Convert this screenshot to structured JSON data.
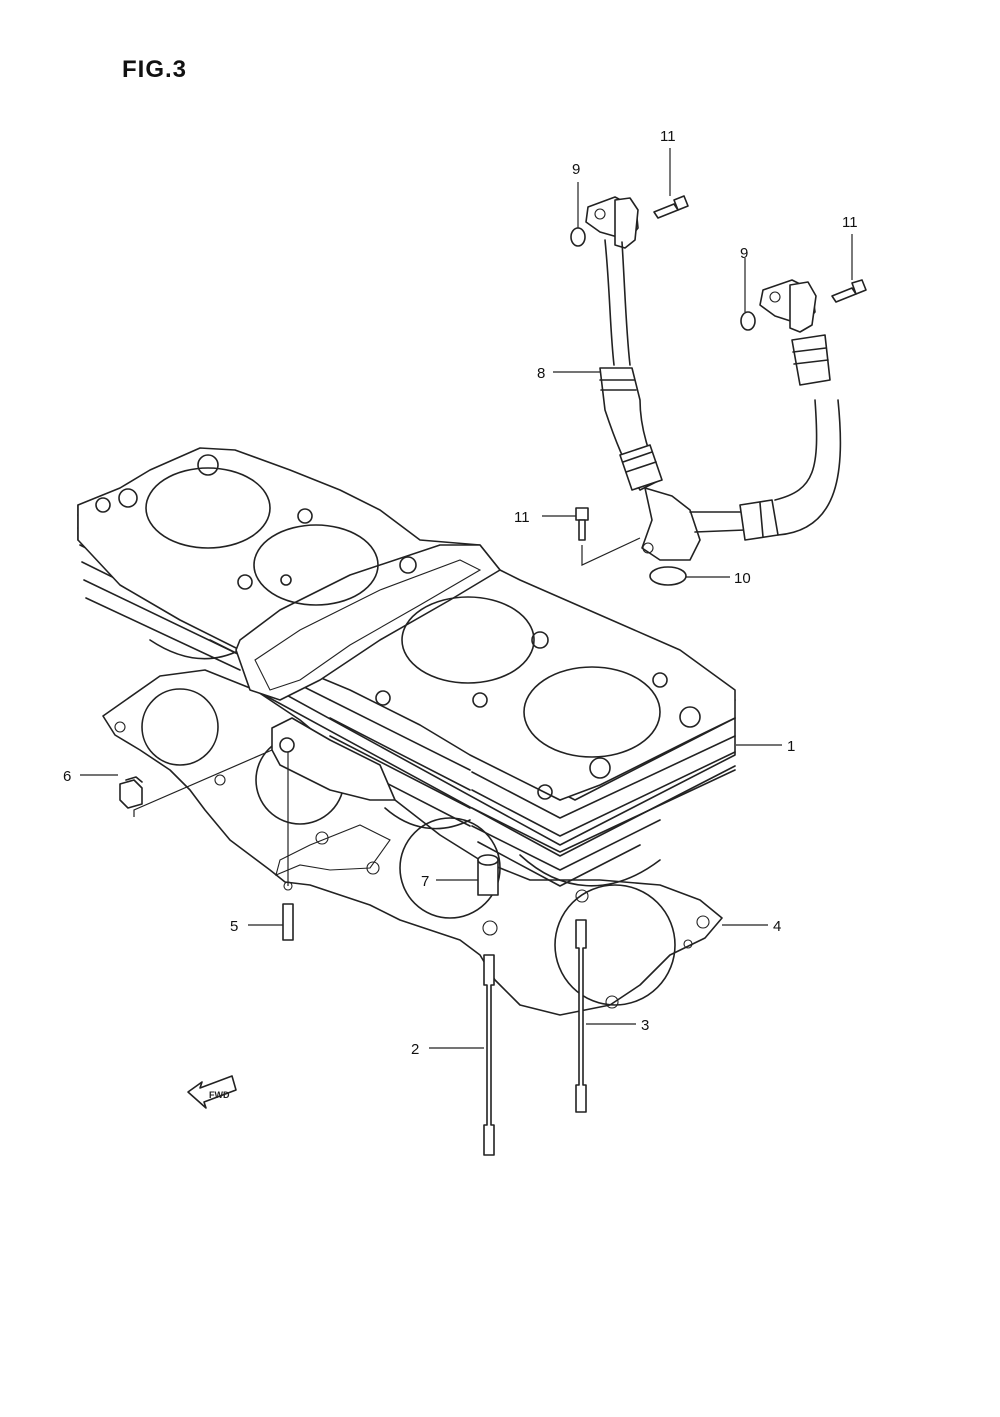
{
  "figure": {
    "title": "FIG.3"
  },
  "fwd_label": "FWD",
  "callouts": [
    {
      "id": "c1",
      "label": "1"
    },
    {
      "id": "c2",
      "label": "2"
    },
    {
      "id": "c3",
      "label": "3"
    },
    {
      "id": "c4",
      "label": "4"
    },
    {
      "id": "c5",
      "label": "5"
    },
    {
      "id": "c6",
      "label": "6"
    },
    {
      "id": "c7",
      "label": "7"
    },
    {
      "id": "c8",
      "label": "8"
    },
    {
      "id": "c9a",
      "label": "9"
    },
    {
      "id": "c9b",
      "label": "9"
    },
    {
      "id": "c10",
      "label": "10"
    },
    {
      "id": "c11a",
      "label": "11"
    },
    {
      "id": "c11b",
      "label": "11"
    },
    {
      "id": "c11c",
      "label": "11"
    }
  ]
}
